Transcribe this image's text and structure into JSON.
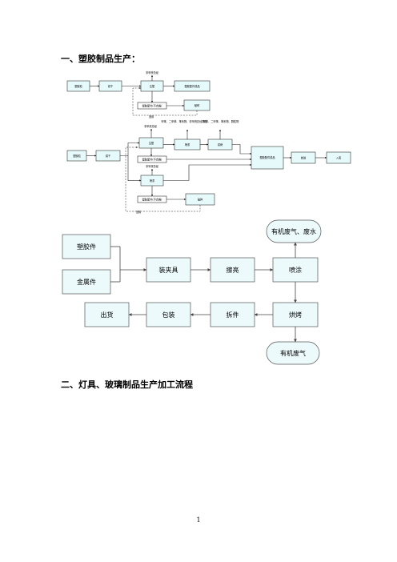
{
  "headings": {
    "h1": "一、塑胶制品生产：",
    "h2": "二、灯具、玻璃制品生产加工流程"
  },
  "flow1": {
    "raw": "塑胶粒",
    "dry": "烘干",
    "mold": "注塑",
    "note_mold": "非甲烷总烃",
    "parts": "塑胶配件成品",
    "defect": "塑胶配件(不合格)",
    "crush": "破碎",
    "back": "回用"
  },
  "flow2": {
    "raw": "塑胶粒",
    "dry": "烘干",
    "mold": "注塑",
    "note_mold": "非甲烷总烃",
    "spray": "喷漆",
    "note_spray": "甲苯、二甲苯、苯系物、非甲烷总烃颗粒",
    "bake": "烘烤",
    "note_bake": "甲苯、二甲苯、苯系物、颗粒物",
    "defect1": "塑胶配件(不合格)",
    "note_plate": "非甲烷总烃",
    "plate": "喷漆",
    "defect2": "塑胶配件(不合格)",
    "crush": "破碎",
    "back": "回用",
    "parts": "塑胶配件成品",
    "inspect": "检验",
    "store": "入库"
  },
  "flow3": {
    "plastic": "塑胶件",
    "metal": "金属件",
    "fixture": "装夹具",
    "wipe": "擦亮",
    "spray": "喷涂",
    "exhaust_top": "有机废气、废水",
    "bake": "烘烤",
    "disassemble": "拆件",
    "pack": "包装",
    "ship": "出货",
    "exhaust_bottom": "有机废气"
  },
  "page_number": "1"
}
